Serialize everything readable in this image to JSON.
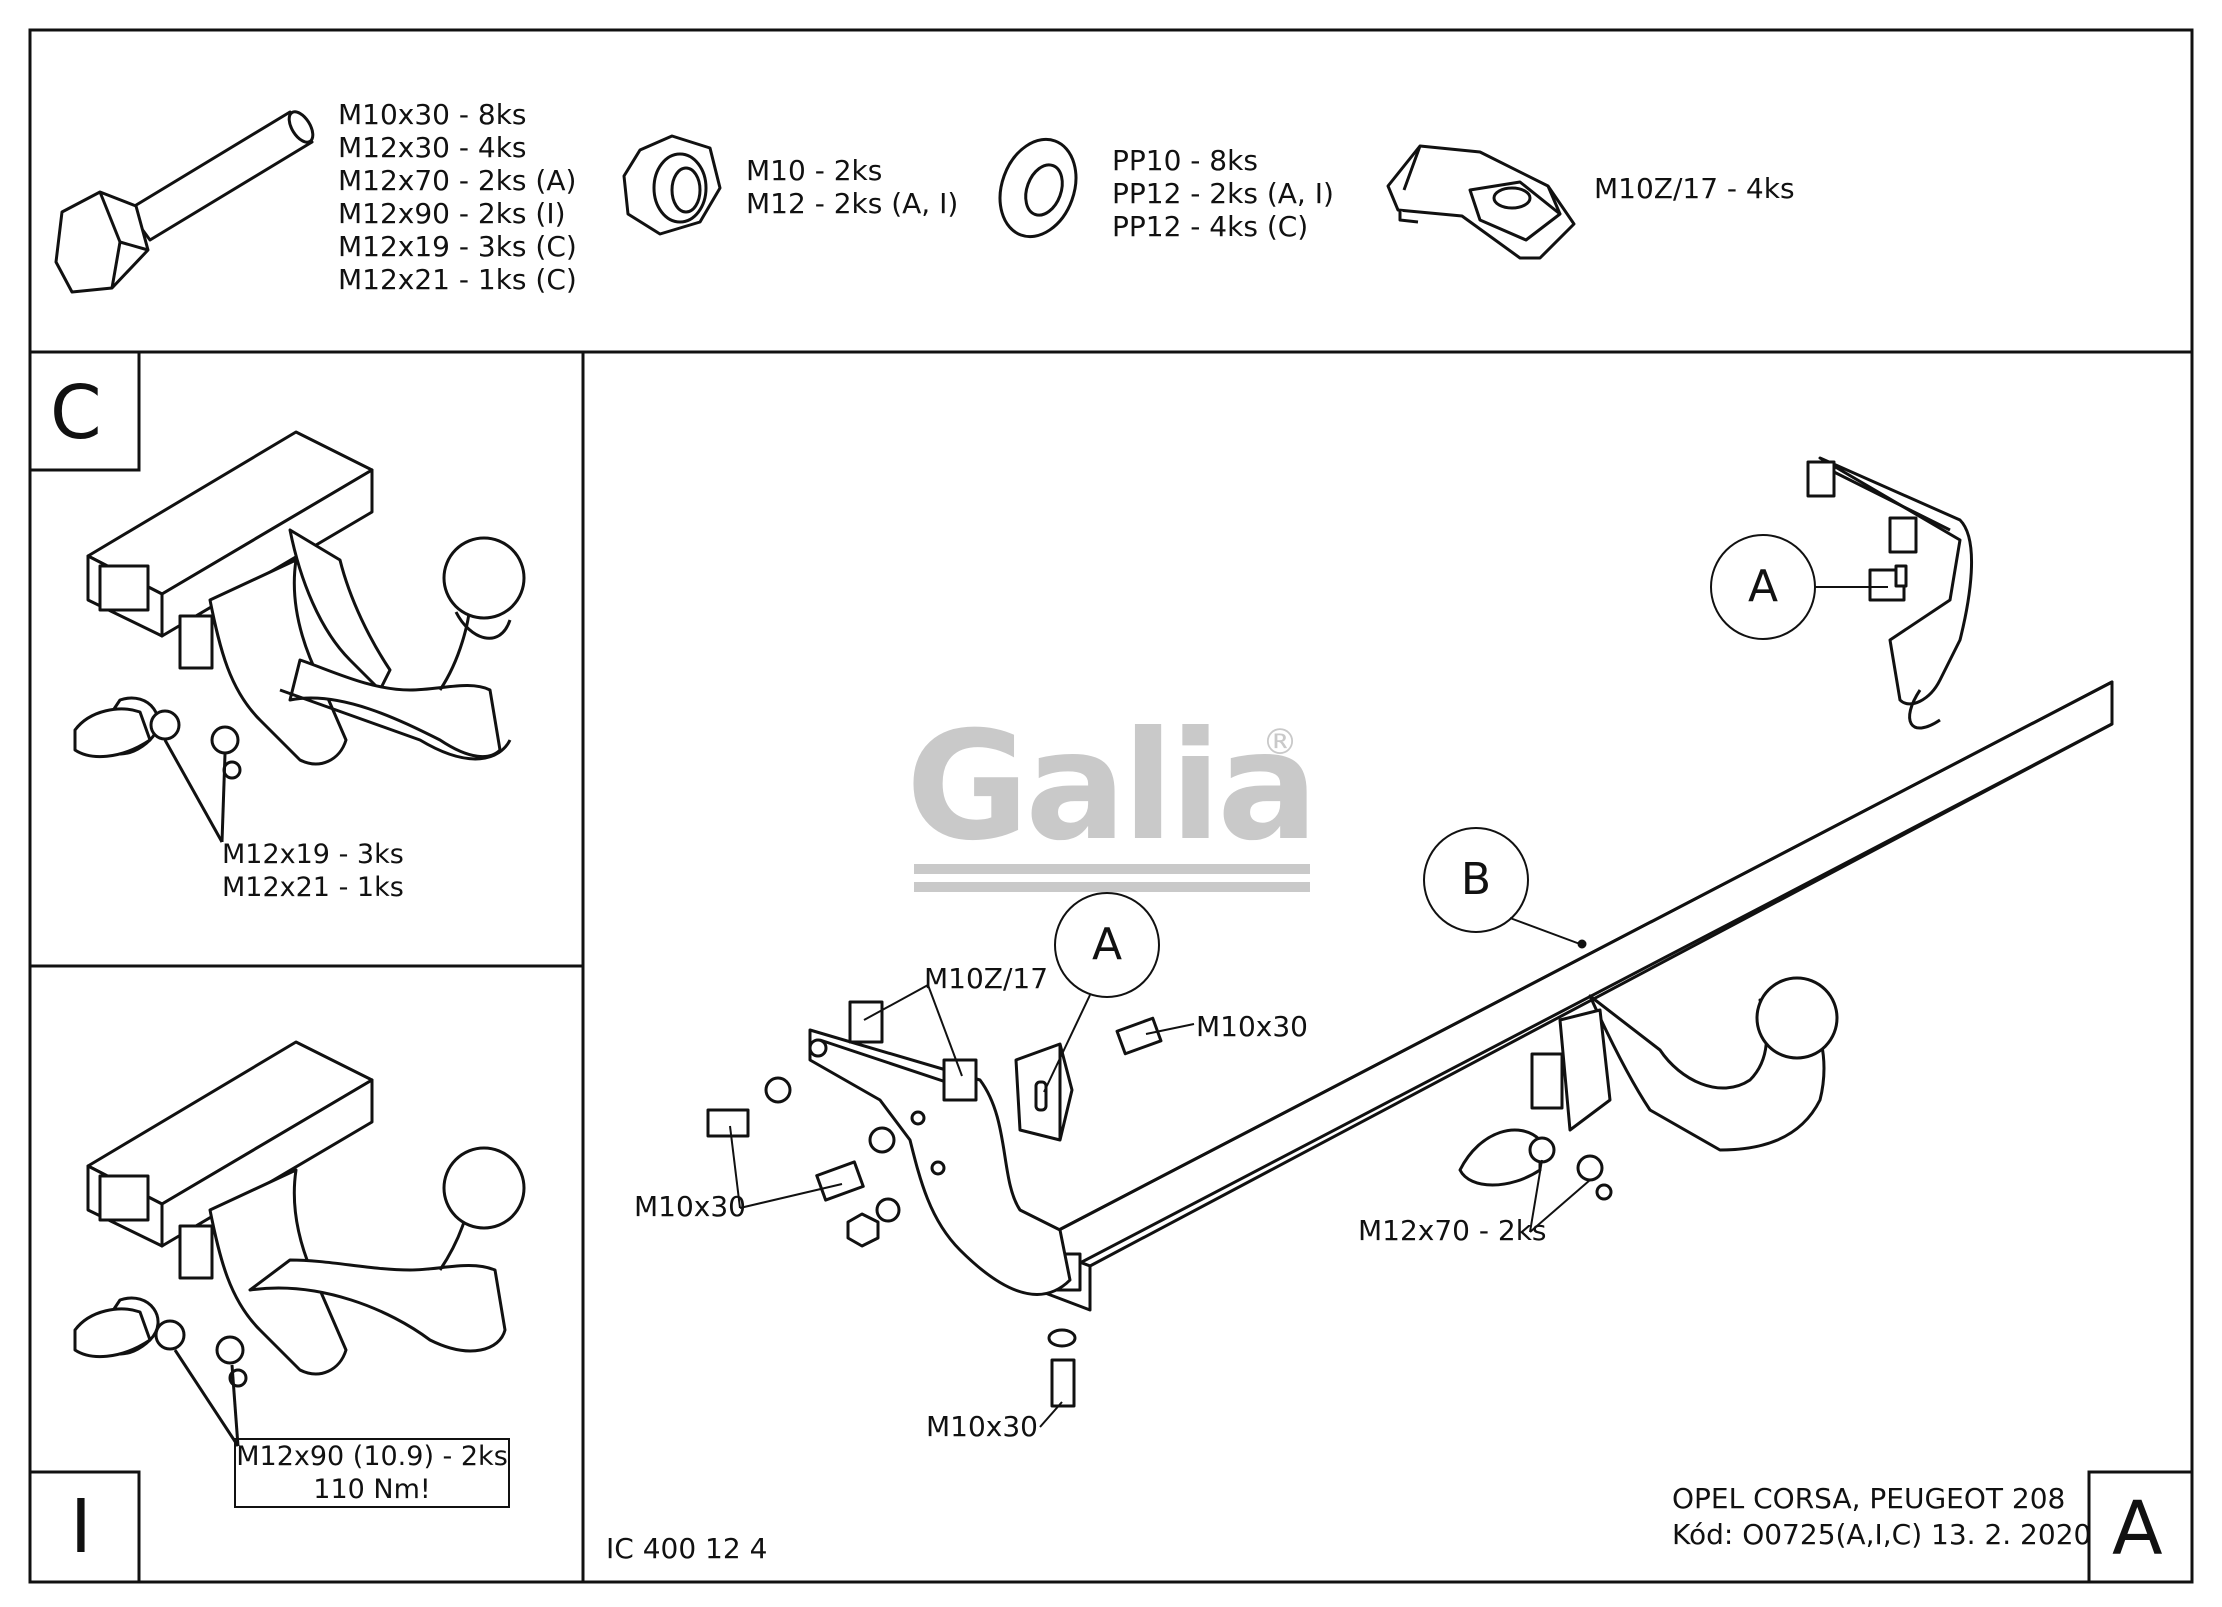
{
  "parts": {
    "bolts": [
      "M10x30 - 8ks",
      "M12x30 - 4ks",
      "M12x70 - 2ks (A)",
      "M12x90 - 2ks (I)",
      "M12x19 - 3ks (C)",
      "M12x21 - 1ks (C)"
    ],
    "nuts": [
      "M10 - 2ks",
      "M12 - 2ks (A, I)"
    ],
    "washers": [
      "PP10 - 8ks",
      "PP12 - 2ks (A, I)",
      "PP12 - 4ks (C)"
    ],
    "clips": [
      "M10Z/17 - 4ks"
    ]
  },
  "panel_c": {
    "letter": "C",
    "note_lines": [
      "M12x19 - 3ks",
      "M12x21 - 1ks"
    ]
  },
  "panel_i": {
    "letter": "I",
    "note_lines": [
      "M12x90 (10.9) - 2ks",
      "110 Nm!"
    ]
  },
  "main": {
    "callout_a": "A",
    "callout_b": "B",
    "label_clip": "M10Z/17",
    "label_m10x30_top": "M10x30",
    "label_m10x30_left": "M10x30",
    "label_m10x30_bottom": "M10x30",
    "label_m12x70": "M12x70 - 2ks",
    "logo": "Galia",
    "logo_mark": "®"
  },
  "footer": {
    "code": "IC 400 12 4",
    "vehicle": "OPEL CORSA, PEUGEOT 208",
    "kod": "Kód: O0725(A,I,C)  13. 2. 2020",
    "variant": "A"
  }
}
